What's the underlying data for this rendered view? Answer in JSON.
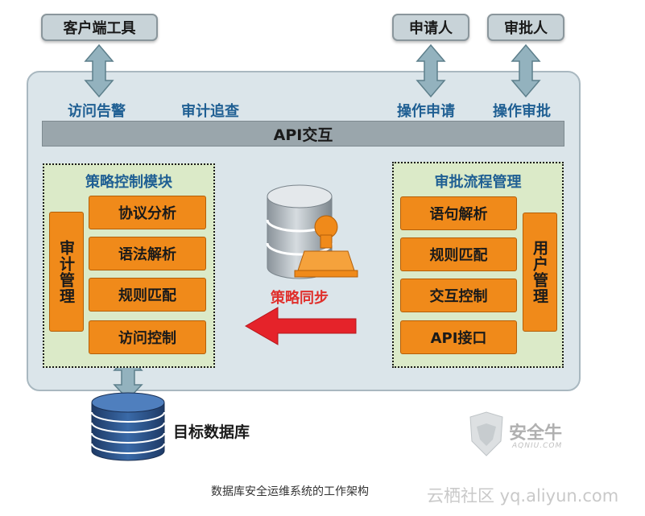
{
  "top_nodes": {
    "client_tools": "客户端工具",
    "applicant": "申请人",
    "approver": "审批人"
  },
  "channel_labels": {
    "access_alert": "访问告警",
    "audit_trace": "审计追查",
    "operation_request": "操作申请",
    "operation_approval": "操作审批"
  },
  "api_bar": "API交互",
  "policy_module": {
    "title": "策略控制模块",
    "side": "审计管理",
    "items": [
      "协议分析",
      "语法解析",
      "规则匹配",
      "访问控制"
    ]
  },
  "approval_module": {
    "title": "审批流程管理",
    "side": "用户管理",
    "items": [
      "语句解析",
      "规则匹配",
      "交互控制",
      "API接口"
    ]
  },
  "sync_label": "策略同步",
  "target_db": "目标数据库",
  "logo": {
    "name": "安全牛",
    "sub": "AQNIU.COM"
  },
  "caption": "数据库安全运维系统的工作架构",
  "watermark": "云栖社区 yq.aliyun.com",
  "colors": {
    "panel": "#dbe5ea",
    "module_fill": "#dbeac8",
    "orange_box": "#f08a1a",
    "label_blue": "#1f5f93",
    "sync_red": "#e0302c",
    "db_blue": "#2b4f80"
  }
}
